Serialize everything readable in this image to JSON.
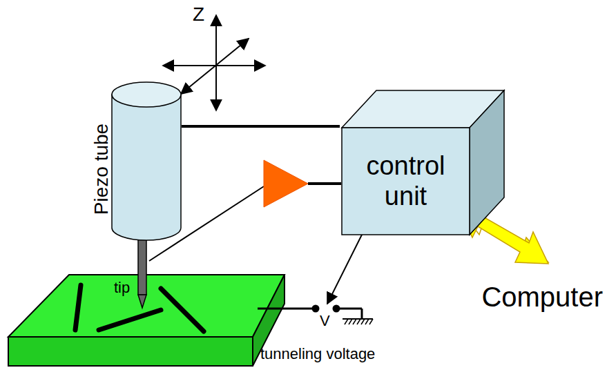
{
  "diagram": {
    "nodes": [
      {
        "text": [
          "Piezo tube"
        ]
      },
      {
        "text": [
          "control unit"
        ]
      }
    ],
    "edges": [
      {
        "from": 0,
        "to": 1,
        "arrow": "none"
      }
    ],
    "labels": [
      "Z",
      "tip",
      "V",
      "tunneling voltage",
      "Computer"
    ]
  }
}
